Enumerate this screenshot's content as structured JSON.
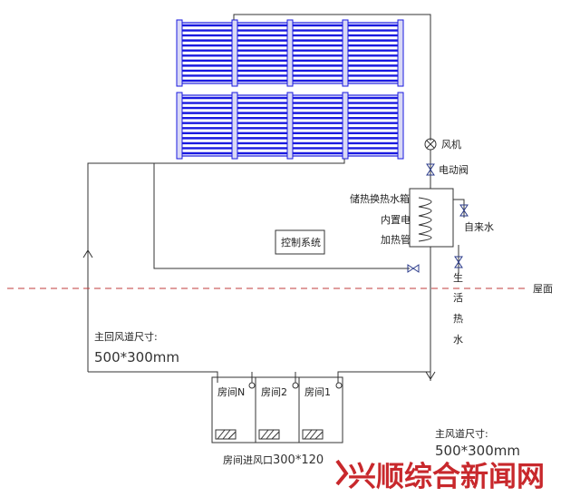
{
  "labels": {
    "fan": "风机",
    "electric_valve": "电动阀",
    "tank_line1": "储热换热水箱",
    "tank_line2": "内置电",
    "tank_line3": "加热管",
    "tap_water": "自来水",
    "control_system": "控制系统",
    "roof": "屋面",
    "domestic_hot_water": [
      "生",
      "活",
      "热",
      "水"
    ],
    "return_duct_title": "主回风道尺寸:",
    "return_duct_size": "500*300mm",
    "rooms": [
      "房间N",
      "房间2",
      "房间1"
    ],
    "room_inlet_prefix": "房间进风口",
    "room_inlet_size": "300*120",
    "supply_duct_title": "主风道尺寸:",
    "supply_duct_size": "500*300mm"
  },
  "watermark": {
    "text": "兴顺综合新闻网",
    "color": "#c8282c"
  },
  "colors": {
    "collector": "#1a1ae0",
    "roof_line": "#c23b3b",
    "lines": "#333333"
  }
}
